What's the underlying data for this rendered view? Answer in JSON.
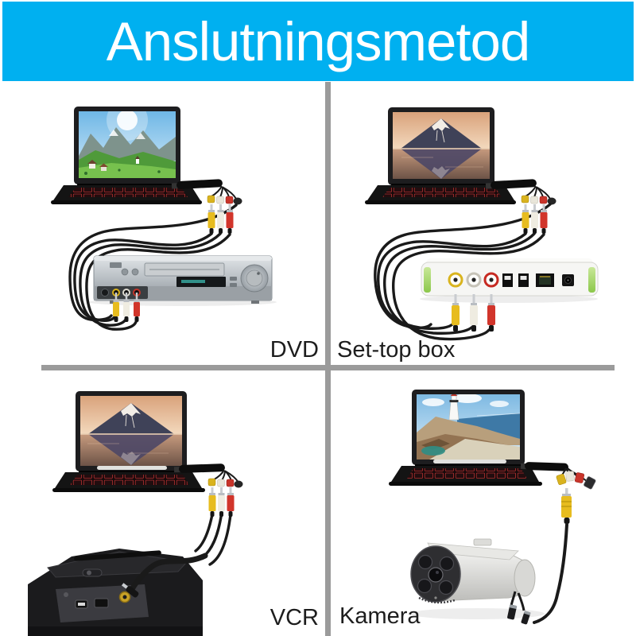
{
  "header": {
    "title": "Anslutningsmetod",
    "background_color": "#00b0f0",
    "text_color": "#ffffff"
  },
  "sections": [
    {
      "label": "DVD",
      "device": "dvd-vcr-player",
      "position": "top-left"
    },
    {
      "label": "Set-top box",
      "device": "set-top-box",
      "position": "top-right"
    },
    {
      "label": "VCR",
      "device": "camcorder",
      "position": "bottom-left"
    },
    {
      "label": "Kamera",
      "device": "security-camera",
      "position": "bottom-right"
    }
  ],
  "colors": {
    "divider": "#9b9b9b",
    "label_text": "#1d1d1d",
    "rca_yellow": "#e7bc1f",
    "rca_white": "#efece1",
    "rca_red": "#d1352b",
    "cable_black": "#1a1a1a",
    "set_top_green": "#8cc84b"
  }
}
